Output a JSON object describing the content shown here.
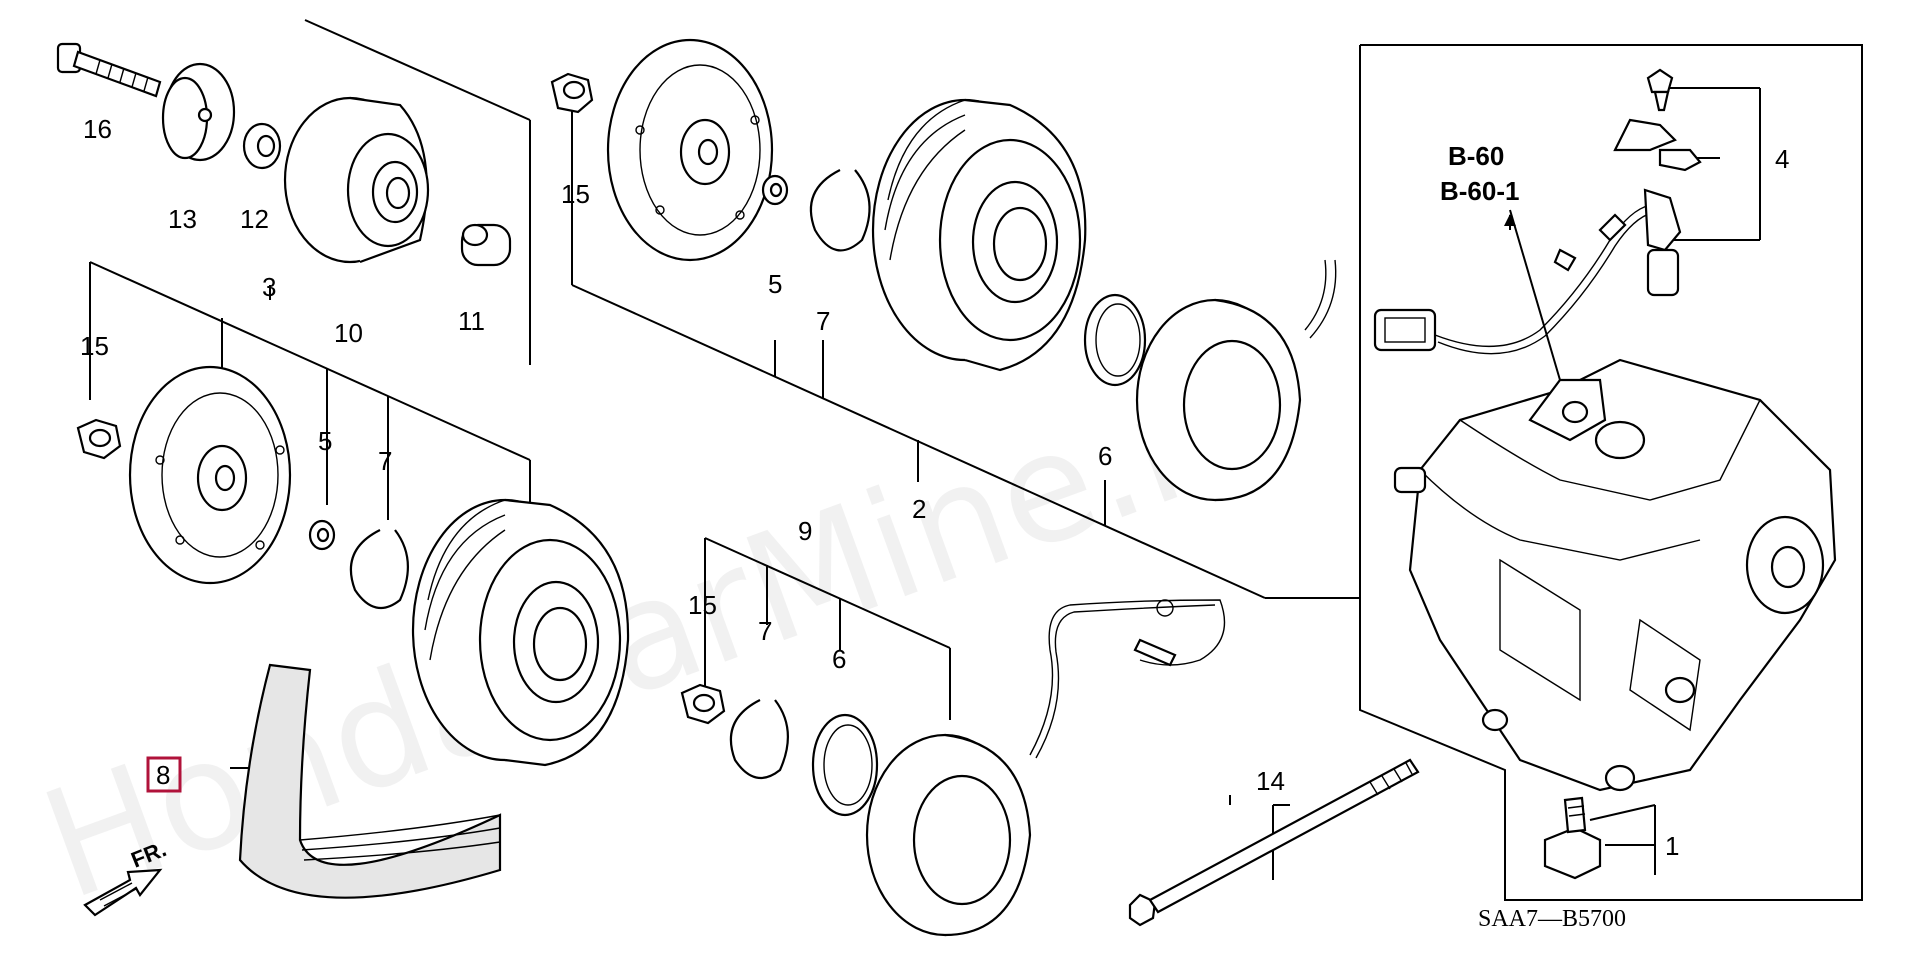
{
  "watermark": "HondaCarMine.ru",
  "diagram_code": "SAA7—B5700",
  "direction_label": "FR.",
  "references": [
    "B-60",
    "B-60-1"
  ],
  "callouts": {
    "c1": "1",
    "c2": "2",
    "c3": "3",
    "c4": "4",
    "c5a": "5",
    "c5b": "5",
    "c6a": "6",
    "c6b": "6",
    "c7a": "7",
    "c7b": "7",
    "c7c": "7",
    "c8": "8",
    "c9": "9",
    "c10": "10",
    "c11": "11",
    "c12": "12",
    "c13": "13",
    "c14": "14",
    "c15a": "15",
    "c15b": "15",
    "c15c": "15",
    "c16": "16"
  },
  "highlighted_callout": "8",
  "colors": {
    "line": "#000000",
    "highlight": "#b0123a",
    "background": "#ffffff"
  }
}
